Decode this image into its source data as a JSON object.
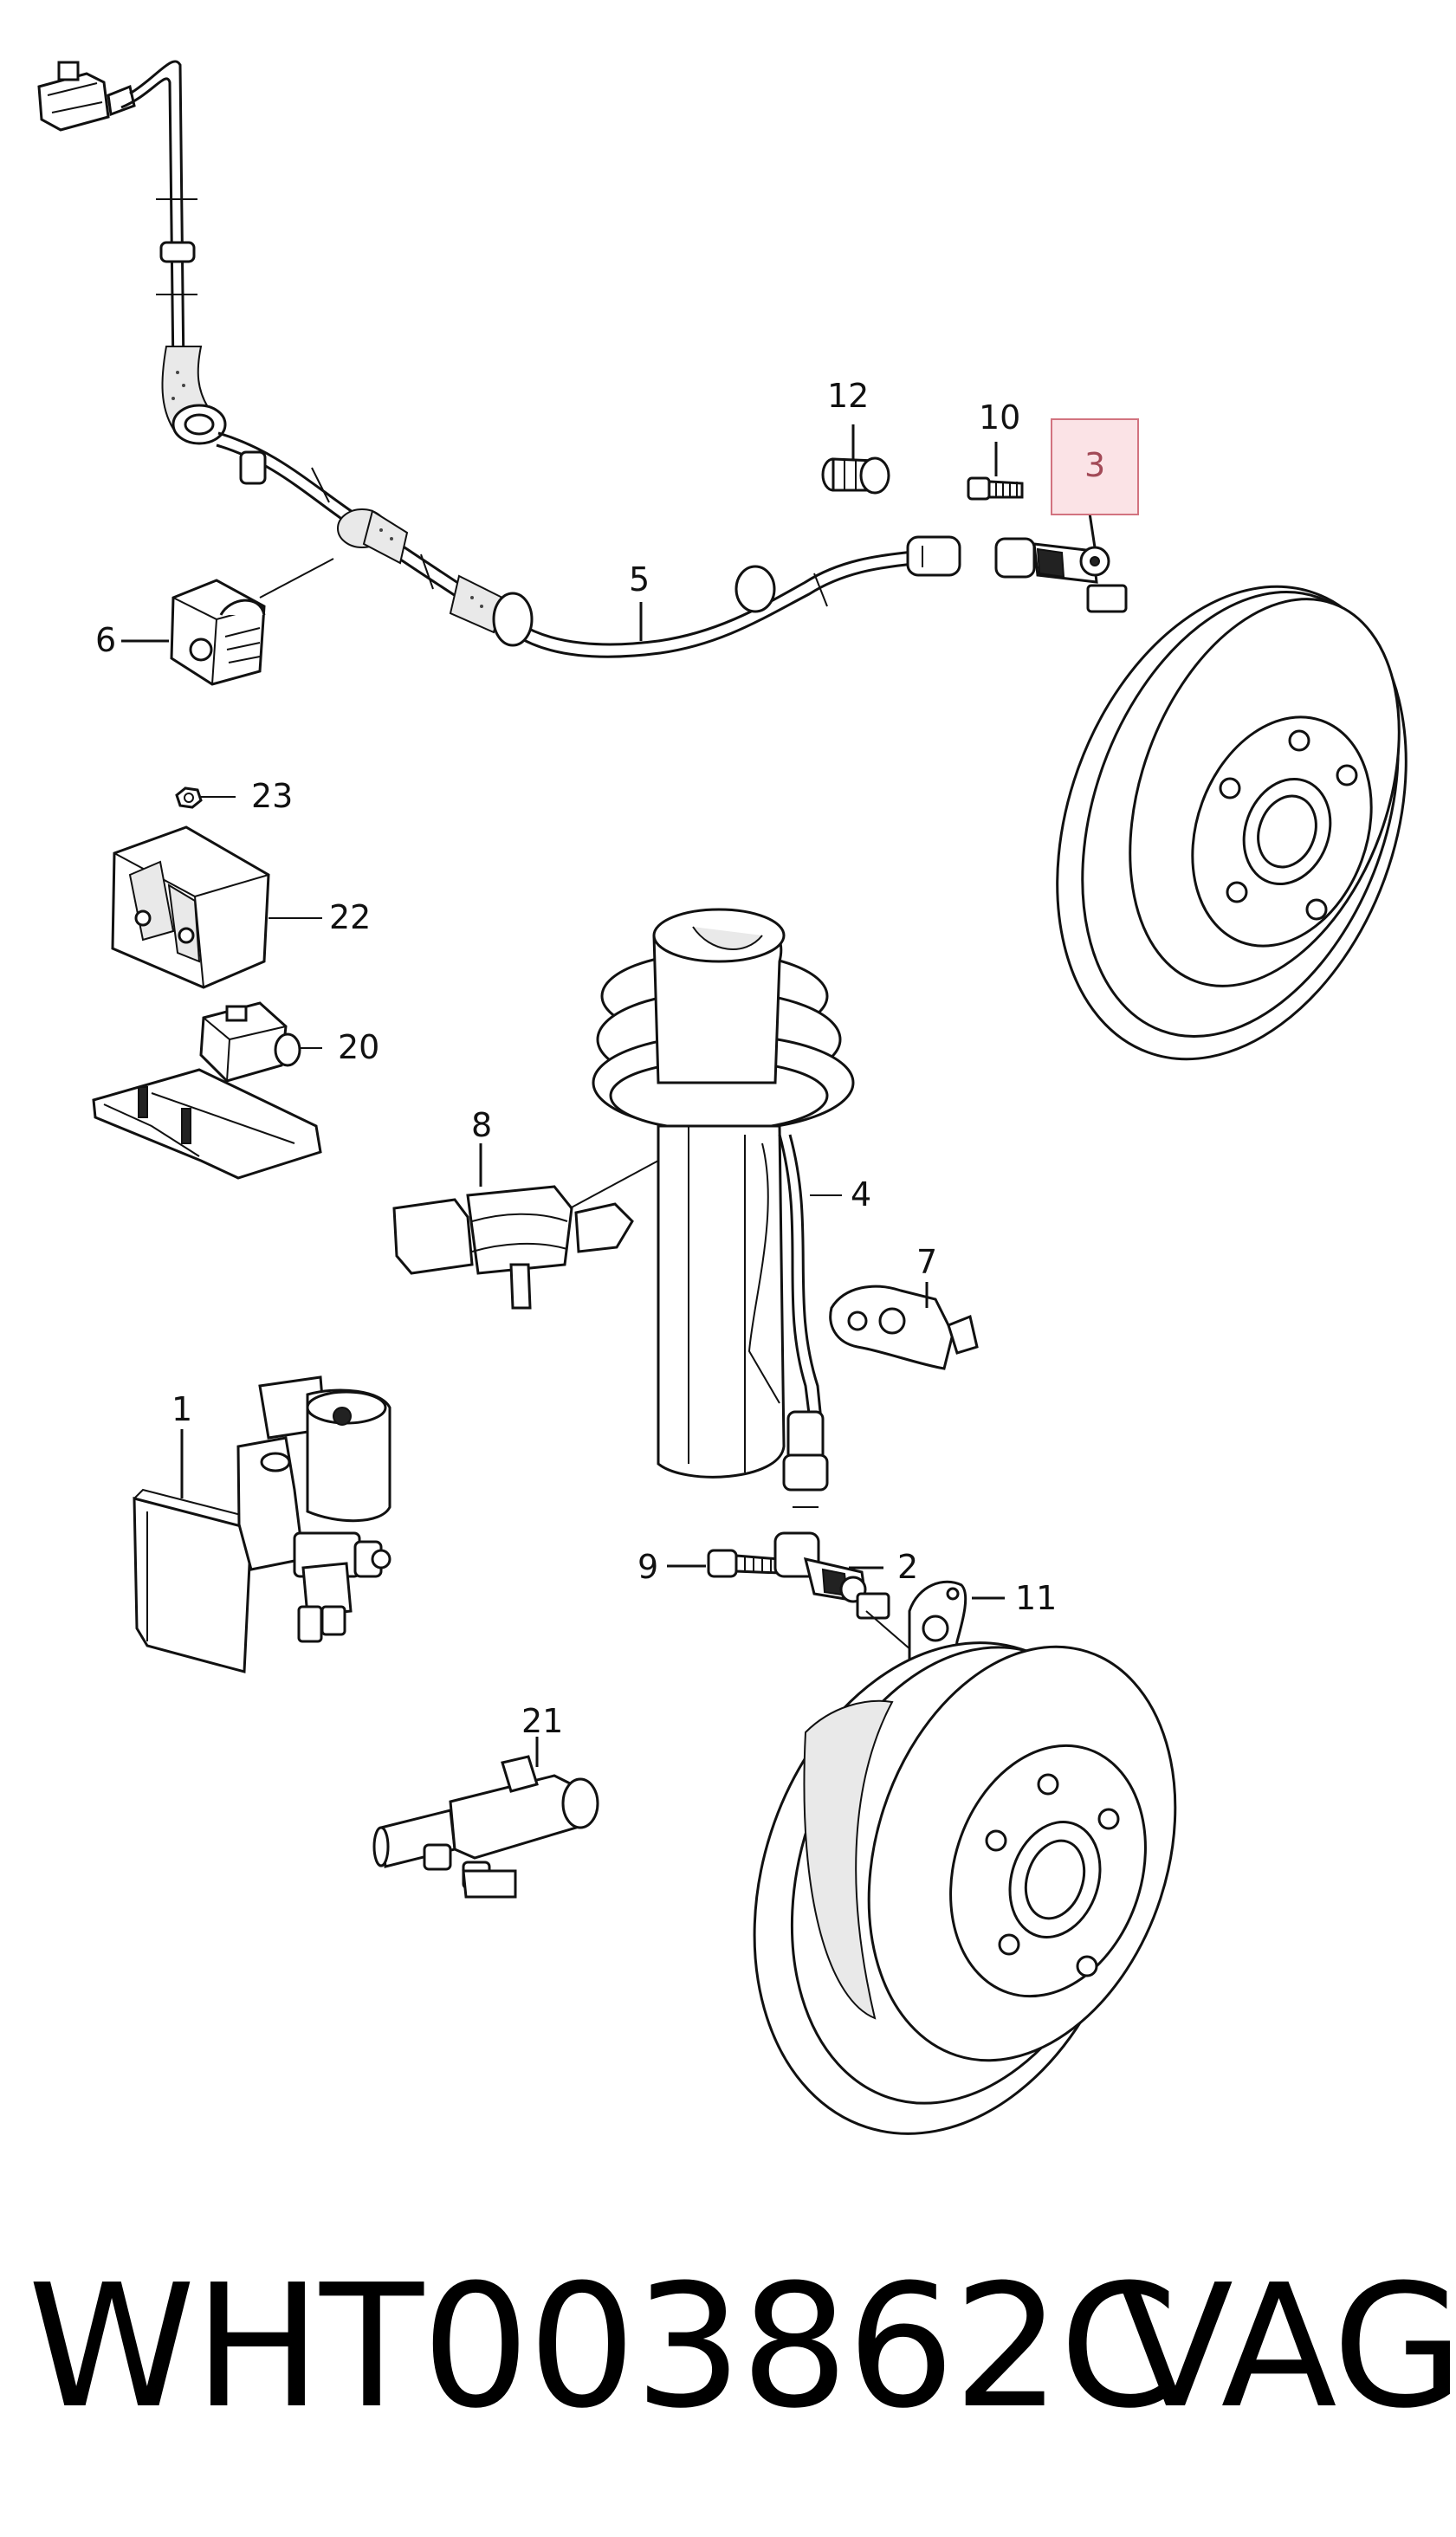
{
  "callouts": {
    "c1": "1",
    "c2": "2",
    "c3": "3",
    "c4": "4",
    "c5": "5",
    "c6": "6",
    "c7": "7",
    "c8": "8",
    "c9": "9",
    "c10": "10",
    "c11": "11",
    "c12": "12",
    "c20": "20",
    "c21": "21",
    "c22": "22",
    "c23": "23"
  },
  "highlight": {
    "callout": "3",
    "color": "#fbe3e6",
    "border": "#d2737f"
  },
  "footer": {
    "part_number": "WHT003862C",
    "brand": "VAG"
  }
}
